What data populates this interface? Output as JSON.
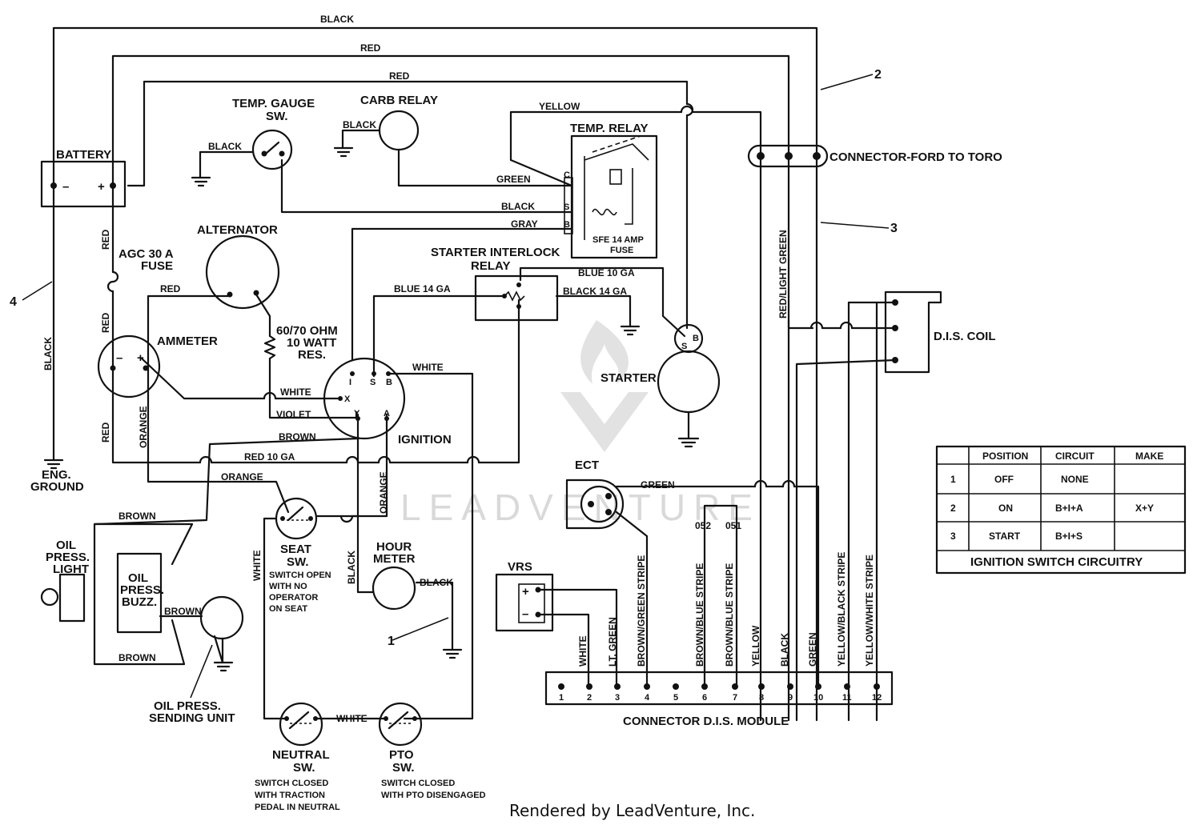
{
  "components": {
    "battery": "BATTERY",
    "battery_neg": "–",
    "battery_pos": "+",
    "fuse": [
      "AGC 30 A",
      "FUSE"
    ],
    "alternator": "ALTERNATOR",
    "resistor": [
      "60/70 OHM",
      "10 WATT",
      "RES."
    ],
    "ammeter": "AMMETER",
    "ammeter_neg": "–",
    "ammeter_pos": "+",
    "temp_gauge_sw": [
      "TEMP. GAUGE",
      "SW."
    ],
    "carb_relay": "CARB RELAY",
    "temp_relay": "TEMP. RELAY",
    "temp_relay_terminals": [
      "C",
      "S",
      "B"
    ],
    "temp_relay_fuse": [
      "SFE 14 AMP",
      "FUSE"
    ],
    "starter_interlock_relay": [
      "STARTER INTERLOCK",
      "RELAY"
    ],
    "starter": "STARTER",
    "starter_terminals": [
      "S",
      "B"
    ],
    "ignition": "IGNITION",
    "ignition_terminals": [
      "I",
      "S",
      "B",
      "X",
      "Y",
      "A"
    ],
    "eng_ground": [
      "ENG.",
      "GROUND"
    ],
    "oil_press_light": [
      "OIL",
      "PRESS.",
      "LIGHT"
    ],
    "oil_press_buzz": [
      "OIL",
      "PRESS.",
      "BUZZ."
    ],
    "oil_press_sending": [
      "OIL PRESS.",
      "SENDING UNIT"
    ],
    "seat_sw": [
      "SEAT",
      "SW."
    ],
    "seat_sw_note": [
      "SWITCH OPEN",
      "WITH NO",
      "OPERATOR",
      "ON SEAT"
    ],
    "hour_meter": [
      "HOUR",
      "METER"
    ],
    "neutral_sw": [
      "NEUTRAL",
      "SW."
    ],
    "neutral_sw_note": [
      "SWITCH CLOSED",
      "WITH TRACTION",
      "PEDAL IN NEUTRAL"
    ],
    "pto_sw": [
      "PTO",
      "SW."
    ],
    "pto_sw_note": [
      "SWITCH CLOSED",
      "WITH PTO DISENGAGED"
    ],
    "ect": "ECT",
    "vrs": "VRS",
    "vrs_terms": [
      "+",
      "–"
    ],
    "connector_ford": "CONNECTOR-FORD TO TORO",
    "dis_coil": "D.I.S. COIL",
    "dis_module": "CONNECTOR  D.I.S.  MODULE",
    "dis_pins": [
      "1",
      "2",
      "3",
      "4",
      "5",
      "6",
      "7",
      "8",
      "9",
      "10",
      "11",
      "12"
    ],
    "o52": "052",
    "o51": "051"
  },
  "callouts": [
    "1",
    "2",
    "3",
    "4"
  ],
  "wires": {
    "black": "BLACK",
    "red": "RED",
    "yellow": "YELLOW",
    "green": "GREEN",
    "gray": "GRAY",
    "white": "WHITE",
    "violet": "VIOLET",
    "brown": "BROWN",
    "orange": "ORANGE",
    "red_10ga": "RED 10 GA",
    "blue_14ga": "BLUE 14 GA",
    "blue_10ga": "BLUE 10 GA",
    "black_14ga": "BLACK 14 GA",
    "red_light_green": "RED/LIGHT GREEN",
    "lt_green": "LT. GREEN",
    "brown_green_stripe": "BROWN/GREEN STRIPE",
    "brown_blue_stripe": "BROWN/BLUE STRIPE",
    "yellow_black_stripe": "YELLOW/BLACK STRIPE",
    "yellow_white_stripe": "YELLOW/WHITE STRIPE"
  },
  "table": {
    "headers": [
      "",
      "POSITION",
      "CIRCUIT",
      "MAKE"
    ],
    "rows": [
      [
        "1",
        "OFF",
        "NONE",
        ""
      ],
      [
        "2",
        "ON",
        "B+I+A",
        "X+Y"
      ],
      [
        "3",
        "START",
        "B+I+S",
        ""
      ]
    ],
    "caption": "IGNITION  SWITCH  CIRCUITRY"
  },
  "watermark": "LEADVENTURE",
  "footer": "Rendered by LeadVenture, Inc."
}
